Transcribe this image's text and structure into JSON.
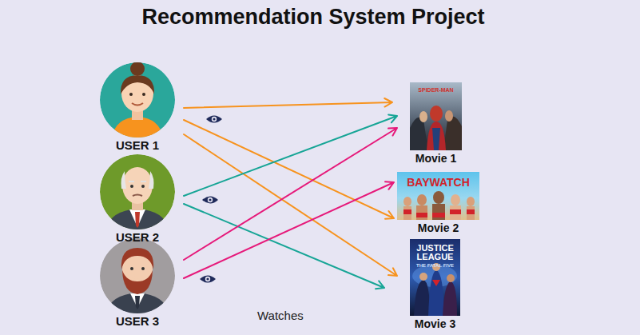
{
  "diagram": {
    "title": "Recommendation System Project",
    "nodes": [
      {
        "text": [
          "USER 1"
        ]
      },
      {
        "text": [
          "USER 2"
        ]
      },
      {
        "text": [
          "USER 3"
        ]
      },
      {
        "text": [
          "SPIDER-MAN",
          "Movie 1"
        ]
      },
      {
        "text": [
          "BAYWATCH",
          "Movie 2"
        ]
      },
      {
        "text": [
          "JUSTICE LEAGUE",
          "THE FATAL FIVE",
          "Movie 3"
        ]
      }
    ],
    "edges": [
      {
        "from": 0,
        "to": 3,
        "arrow": "to"
      },
      {
        "from": 0,
        "to": 4,
        "arrow": "to"
      },
      {
        "from": 0,
        "to": 5,
        "arrow": "to"
      },
      {
        "from": 1,
        "to": 3,
        "arrow": "to"
      },
      {
        "from": 1,
        "to": 5,
        "arrow": "to"
      },
      {
        "from": 2,
        "to": 3,
        "arrow": "to"
      },
      {
        "from": 2,
        "to": 4,
        "arrow": "to"
      }
    ],
    "labels": [
      "Watches"
    ]
  }
}
